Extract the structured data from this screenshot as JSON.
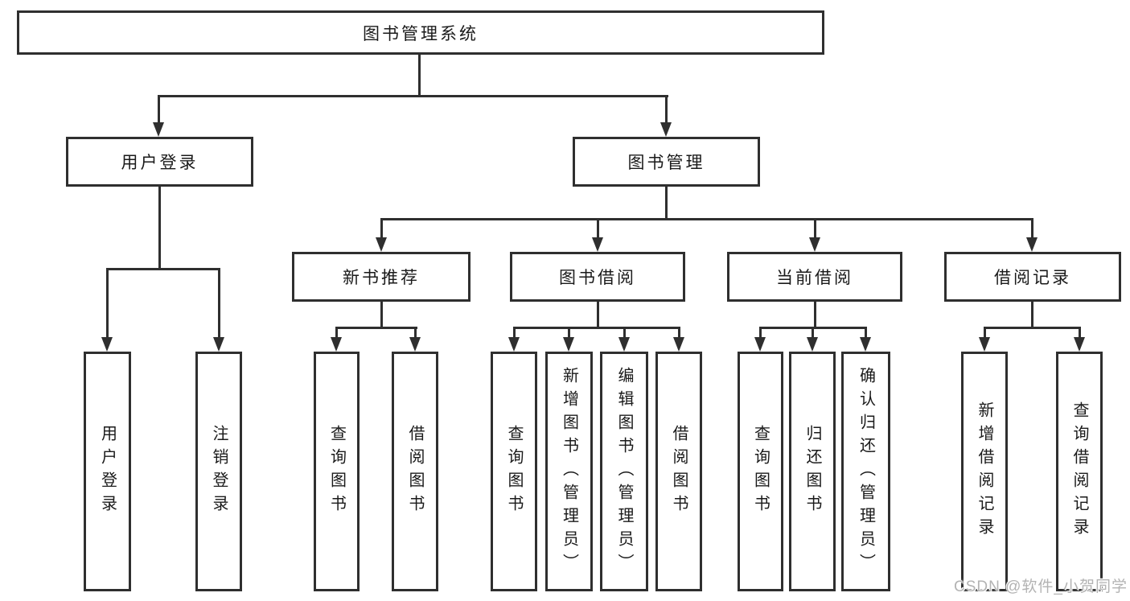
{
  "diagram": {
    "root": {
      "label": "图书管理系统"
    },
    "level2": [
      {
        "label": "用户登录"
      },
      {
        "label": "图书管理"
      }
    ],
    "level3": [
      {
        "label": "新书推荐"
      },
      {
        "label": "图书借阅"
      },
      {
        "label": "当前借阅"
      },
      {
        "label": "借阅记录"
      }
    ],
    "leaves": {
      "user_login": [
        "用户登录",
        "注销登录"
      ],
      "new_book": [
        "查询图书",
        "借阅图书"
      ],
      "book_borrow": [
        "查询图书",
        "新增图书（管理员）",
        "编辑图书（管理员）",
        "借阅图书"
      ],
      "current_borrow": [
        "查询图书",
        "归还图书",
        "确认归还（管理员）"
      ],
      "borrow_record": [
        "新增借阅记录",
        "查询借阅记录"
      ]
    }
  },
  "watermark": {
    "text": "CSDN @软件_小贺同学"
  },
  "colors": {
    "line": "#2f2f2f",
    "text": "#1a1a1a",
    "background": "#ffffff",
    "watermark": "#b3b3b3"
  }
}
